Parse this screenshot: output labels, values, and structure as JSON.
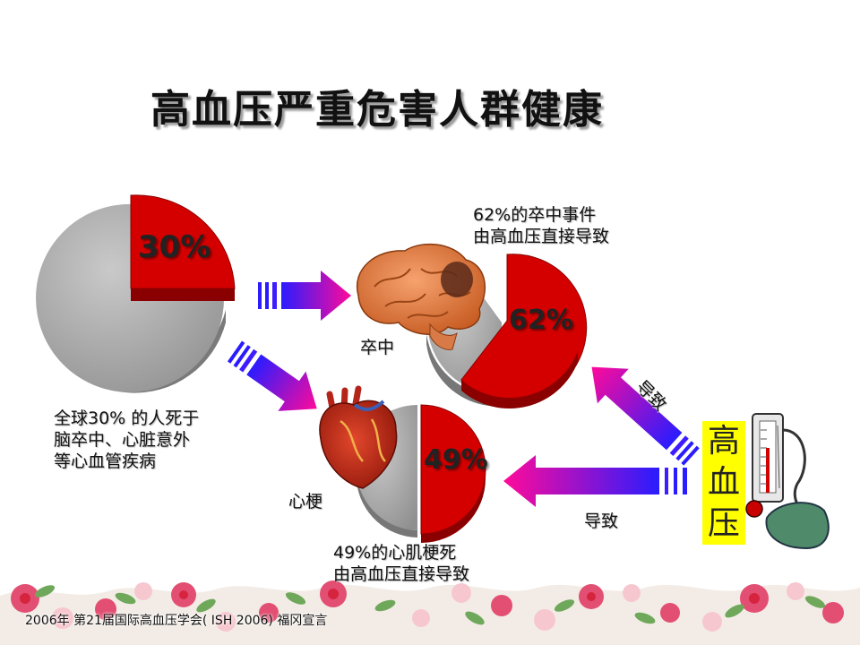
{
  "title": "高血压严重危害人群健康",
  "global_pie": {
    "percent_label": "30%",
    "value": 30,
    "caption": [
      "全球30% 的人死于",
      "脑卒中、心脏意外",
      "等心血管疾病"
    ]
  },
  "stroke": {
    "percent_label": "62%",
    "value": 62,
    "node_label": "卒中",
    "caption": [
      "62%的卒中事件",
      "由高血压直接导致"
    ]
  },
  "heart": {
    "percent_label": "49%",
    "value": 49,
    "node_label": "心梗",
    "caption": [
      "49%的心肌梗死",
      "由高血压直接导致"
    ]
  },
  "hypertension": {
    "chars": [
      "高",
      "血",
      "压"
    ],
    "arrow_label_upper": "导致",
    "arrow_label_lower": "导致"
  },
  "footer": "2006年 第21届国际高血压学会( ISH 2006) 福冈宣言",
  "colors": {
    "accent_red": "#d40000",
    "pie_gray": "#a8a8a8",
    "arrow_start": "#2a1cff",
    "arrow_end": "#ff0a9a",
    "label_box": "#ffff00"
  },
  "icons": [
    "brain-icon",
    "heart-icon",
    "blood-pressure-meter-icon",
    "floral-border"
  ]
}
